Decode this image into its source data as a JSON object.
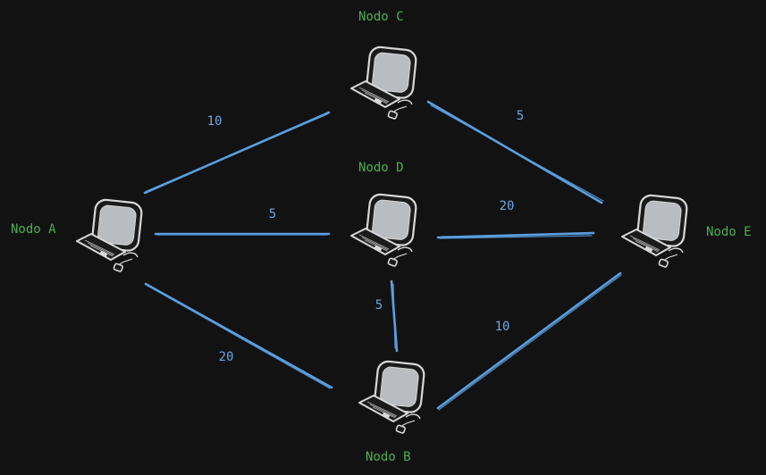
{
  "colors": {
    "background": "#121212",
    "edge": "#5a9fe0",
    "node_label": "#4caf50",
    "edge_label": "#6aa8e6",
    "monitor_fill": "#b9bcc0",
    "outline": "#d8d8d8",
    "dark": "#1b1b1b"
  },
  "icon": "desktop-computer-icon",
  "nodes": [
    {
      "id": "A",
      "label": "Nodo A"
    },
    {
      "id": "B",
      "label": "Nodo B"
    },
    {
      "id": "C",
      "label": "Nodo C"
    },
    {
      "id": "D",
      "label": "Nodo D"
    },
    {
      "id": "E",
      "label": "Nodo E"
    }
  ],
  "edges": [
    {
      "from": "A",
      "to": "C",
      "weight": "10"
    },
    {
      "from": "A",
      "to": "D",
      "weight": "5"
    },
    {
      "from": "A",
      "to": "B",
      "weight": "20"
    },
    {
      "from": "C",
      "to": "E",
      "weight": "5"
    },
    {
      "from": "D",
      "to": "E",
      "weight": "20"
    },
    {
      "from": "D",
      "to": "B",
      "weight": "5"
    },
    {
      "from": "B",
      "to": "E",
      "weight": "10"
    }
  ]
}
